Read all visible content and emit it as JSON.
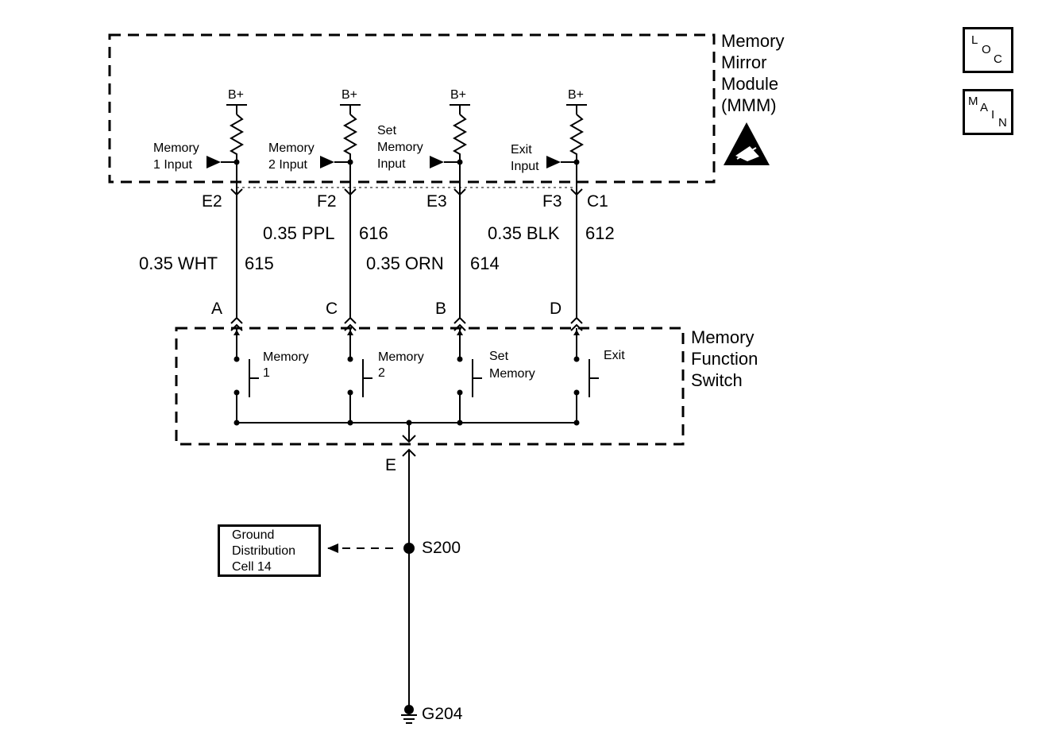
{
  "mmm": {
    "title_lines": [
      "Memory",
      "Mirror",
      "Module",
      "(MMM)"
    ],
    "power_label": "B+",
    "inputs": [
      {
        "lines": [
          "Memory",
          "1 Input"
        ]
      },
      {
        "lines": [
          "Memory",
          "2 Input"
        ]
      },
      {
        "lines": [
          "Set",
          "Memory",
          "Input"
        ]
      },
      {
        "lines": [
          "Exit",
          "Input"
        ]
      }
    ]
  },
  "module_pins": [
    "E2",
    "F2",
    "E3",
    "F3",
    "C1"
  ],
  "wires": [
    {
      "color": "0.35 WHT",
      "circuit": "615"
    },
    {
      "color": "0.35 PPL",
      "circuit": "616"
    },
    {
      "color": "0.35 ORN",
      "circuit": "614"
    },
    {
      "color": "0.35 BLK",
      "circuit": "612"
    }
  ],
  "switch_pins": [
    "A",
    "C",
    "B",
    "D"
  ],
  "switch": {
    "title_lines": [
      "Memory",
      "Function",
      "Switch"
    ],
    "contacts": [
      {
        "lines": [
          "Memory",
          "1"
        ]
      },
      {
        "lines": [
          "Memory",
          "2"
        ]
      },
      {
        "lines": [
          "Set",
          "Memory"
        ]
      },
      {
        "lines": [
          "Exit"
        ]
      }
    ],
    "ground_pin": "E"
  },
  "splice": "S200",
  "ground_ref": {
    "lines": [
      "Ground",
      "Distribution",
      "Cell 14"
    ]
  },
  "ground": "G204",
  "nav_icons": {
    "loc": [
      "L",
      "O",
      "C"
    ],
    "main": [
      "M",
      "A",
      "I",
      "N"
    ]
  }
}
